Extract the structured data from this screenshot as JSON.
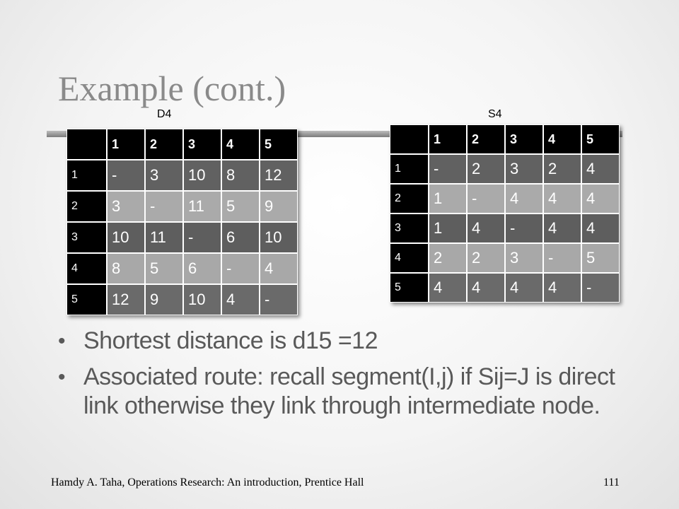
{
  "slide": {
    "title": "Example (cont.)",
    "tables": {
      "d4": {
        "label": "D4",
        "column_headers": [
          "1",
          "2",
          "3",
          "4",
          "5"
        ],
        "rows": [
          {
            "header": "1",
            "cells": [
              "-",
              "3",
              "10",
              "8",
              "12"
            ]
          },
          {
            "header": "2",
            "cells": [
              "3",
              "-",
              "11",
              "5",
              "9"
            ]
          },
          {
            "header": "3",
            "cells": [
              "10",
              "11",
              "-",
              "6",
              "10"
            ]
          },
          {
            "header": "4",
            "cells": [
              "8",
              "5",
              "6",
              "-",
              "4"
            ]
          },
          {
            "header": "5",
            "cells": [
              "12",
              "9",
              "10",
              "4",
              "-"
            ]
          }
        ]
      },
      "s4": {
        "label": "S4",
        "column_headers": [
          "1",
          "2",
          "3",
          "4",
          "5"
        ],
        "rows": [
          {
            "header": "1",
            "cells": [
              "-",
              "2",
              "3",
              "2",
              "4"
            ]
          },
          {
            "header": "2",
            "cells": [
              "1",
              "-",
              "4",
              "4",
              "4"
            ]
          },
          {
            "header": "3",
            "cells": [
              "1",
              "4",
              "-",
              "4",
              "4"
            ]
          },
          {
            "header": "4",
            "cells": [
              "2",
              "2",
              "3",
              "-",
              "5"
            ]
          },
          {
            "header": "5",
            "cells": [
              "4",
              "4",
              "4",
              "4",
              "-"
            ]
          }
        ]
      }
    },
    "bullets": [
      "Shortest distance is d15 =12",
      "Associated route: recall segment(I,j) if Sij=J is direct link otherwise they link through intermediate node."
    ],
    "bullet_glyph": "•",
    "footer": {
      "citation": "Hamdy A. Taha, Operations Research: An introduction, Prentice Hall",
      "page_number": "111"
    }
  }
}
